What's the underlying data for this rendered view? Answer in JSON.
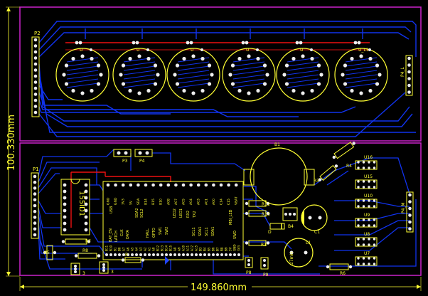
{
  "colors": {
    "background": "#000000",
    "outline": "#cc22cc",
    "trace": "#1133ee",
    "red_trace": "#ee1111",
    "silk": "#ffff33",
    "pad": "#eeeeee",
    "dim": "#ffff33"
  },
  "dimensions": {
    "width_label": "149.860mm",
    "height_label": "100.330mm"
  },
  "top_board": {
    "connector_left": "P2",
    "connector_right": "P4_L",
    "tubes": [
      {
        "ref": "U"
      },
      {
        "ref": "U"
      },
      {
        "ref": "U"
      },
      {
        "ref": "U"
      },
      {
        "ref": "U"
      },
      {
        "ref": "U_L1"
      }
    ]
  },
  "bottom_board": {
    "connectors": {
      "p1": "P1",
      "p3": "P3",
      "p4": "P4",
      "p8": "P8",
      "p9": "P9",
      "p4_m": "P4_M"
    },
    "ic_label": "155ID1",
    "battery": "B1",
    "r_labels": {
      "r7": "R7",
      "r8": "R8",
      "r4": "R4",
      "r3": "R3",
      "r12": "R12",
      "r13": "R13",
      "r1": "R1",
      "r6": "R6",
      "r5": "R5",
      "l1": "L1",
      "c1": "C1",
      "b4": "B4",
      "d1": "D",
      "inductor": "27mH",
      "r_small": "R"
    },
    "u_stack": [
      "U16",
      "U15",
      "U10",
      "U9",
      "U8",
      "U7"
    ],
    "module_pins_top": [
      "GND",
      "GND",
      "3V3",
      "5V",
      "SDA",
      "B14",
      "B15",
      "B10",
      "A08",
      "A07",
      "A05",
      "A04",
      "A03",
      "A01",
      "A00",
      "C14",
      "C15",
      "VBAT"
    ],
    "module_pins_bottom": [
      "B11",
      "B10",
      "B1",
      "B0",
      "A7",
      "A6",
      "A5",
      "A4",
      "A3",
      "A2",
      "A1",
      "A0",
      "B12",
      "B13",
      "B14",
      "B15",
      "A8",
      "A9",
      "A10",
      "A11",
      "A12",
      "A15",
      "B3",
      "B4",
      "B5",
      "B6",
      "B7",
      "B8",
      "B9",
      "5V",
      "GND",
      "3V3"
    ],
    "module_inner_labels": {
      "usb": "USB",
      "sda2": "SDA2",
      "scl2": "SCL2",
      "led2": "LED2",
      "led1": "LED1",
      "rx2": "RX2",
      "tx2": "TX2",
      "mbi_led": "MBI_LED",
      "hall": "HALL",
      "opto": "OPTO",
      "sw1": "SW1",
      "sw2": "SW2",
      "scl1": "SCL1",
      "sda1": "SDA1",
      "swd": "SWD",
      "bat_en": "BAT_EN",
      "latch": "LATCH",
      "clk": "CLK",
      "data": "DATA",
      "scl1b": "SCL1",
      "sda1b": "SDA1"
    },
    "small_labels": {
      "three_a": "3",
      "three_b": "3"
    }
  }
}
